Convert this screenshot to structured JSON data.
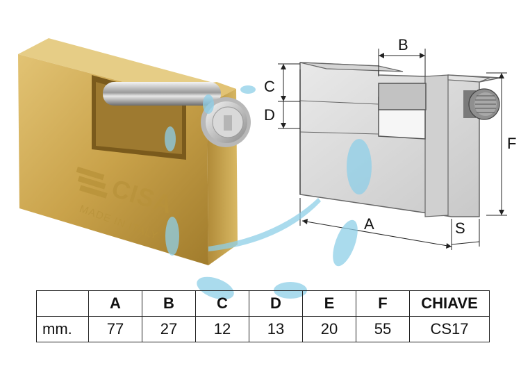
{
  "brand_engraving": "CISA",
  "origin_engraving": "MADE IN ITALY",
  "dimension_labels": {
    "A": "A",
    "B": "B",
    "C": "C",
    "D": "D",
    "F": "F",
    "S": "S"
  },
  "spec_table": {
    "headers": [
      "",
      "A",
      "B",
      "C",
      "D",
      "E",
      "F",
      "CHIAVE"
    ],
    "rows": [
      [
        "mm.",
        "77",
        "27",
        "12",
        "13",
        "20",
        "55",
        "CS17"
      ]
    ]
  },
  "colors": {
    "brass": "#c9a24a",
    "brass_dark": "#8a6a22",
    "drawing_fill": "#dcdcdc",
    "watermark_blue": "#8ecfe8"
  }
}
